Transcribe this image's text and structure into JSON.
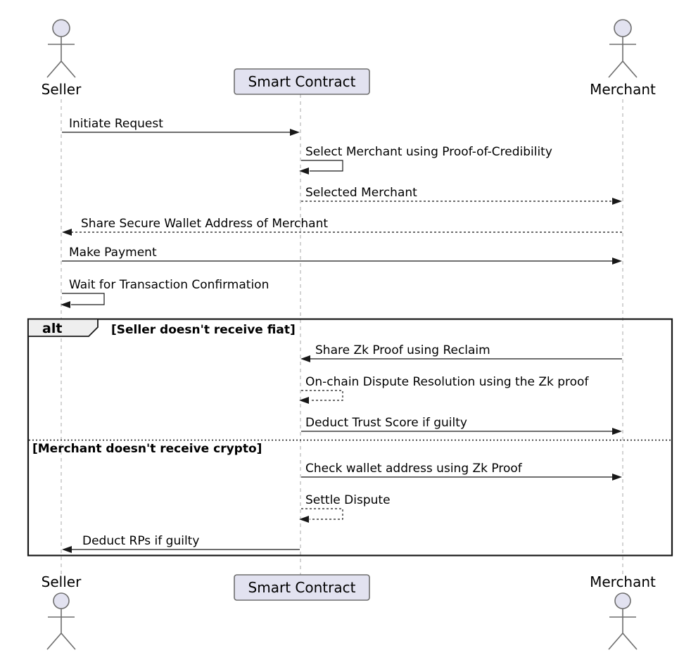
{
  "diagram": {
    "type": "sequence",
    "participants": {
      "seller": {
        "label": "Seller",
        "kind": "actor"
      },
      "smart_contract": {
        "label": "Smart Contract",
        "kind": "participant"
      },
      "merchant": {
        "label": "Merchant",
        "kind": "actor"
      }
    },
    "messages": {
      "initiate_request": {
        "label": "Initiate Request",
        "from": "seller",
        "to": "smart_contract",
        "line": "solid"
      },
      "select_merchant": {
        "label": "Select Merchant using Proof-of-Credibility",
        "from": "smart_contract",
        "to": "smart_contract",
        "line": "solid-self"
      },
      "selected_merchant": {
        "label": "Selected Merchant",
        "from": "smart_contract",
        "to": "merchant",
        "line": "dashed"
      },
      "share_wallet": {
        "label": "Share Secure Wallet Address of Merchant",
        "from": "merchant",
        "to": "seller",
        "line": "dashed"
      },
      "make_payment": {
        "label": "Make Payment",
        "from": "seller",
        "to": "merchant",
        "line": "solid"
      },
      "wait_confirmation": {
        "label": "Wait for Transaction Confirmation",
        "from": "seller",
        "to": "seller",
        "line": "solid-self"
      },
      "share_zk_proof": {
        "label": "Share Zk Proof using Reclaim",
        "from": "merchant",
        "to": "smart_contract",
        "line": "solid"
      },
      "onchain_dispute": {
        "label": "On-chain Dispute Resolution using the Zk proof",
        "from": "smart_contract",
        "to": "smart_contract",
        "line": "dashed-self"
      },
      "deduct_trust_score": {
        "label": "Deduct Trust Score if guilty",
        "from": "smart_contract",
        "to": "merchant",
        "line": "solid"
      },
      "check_wallet": {
        "label": "Check wallet address using Zk Proof",
        "from": "smart_contract",
        "to": "merchant",
        "line": "solid"
      },
      "settle_dispute": {
        "label": "Settle Dispute",
        "from": "smart_contract",
        "to": "smart_contract",
        "line": "dashed-self"
      },
      "deduct_rps": {
        "label": "Deduct RPs if guilty",
        "from": "smart_contract",
        "to": "seller",
        "line": "solid"
      }
    },
    "alt_frame": {
      "operator": "alt",
      "condition_first": "[Seller doesn't receive fiat]",
      "condition_second": "[Merchant doesn't receive crypto]"
    },
    "colors": {
      "participant_fill": "#E2E2F0",
      "participant_border": "#6e6e6e",
      "message_line": "#181818",
      "lifeline": "#A8A8A8",
      "frame_border": "#181818",
      "operator_fill": "#EEEEEE",
      "background": "#FFFFFF"
    }
  }
}
